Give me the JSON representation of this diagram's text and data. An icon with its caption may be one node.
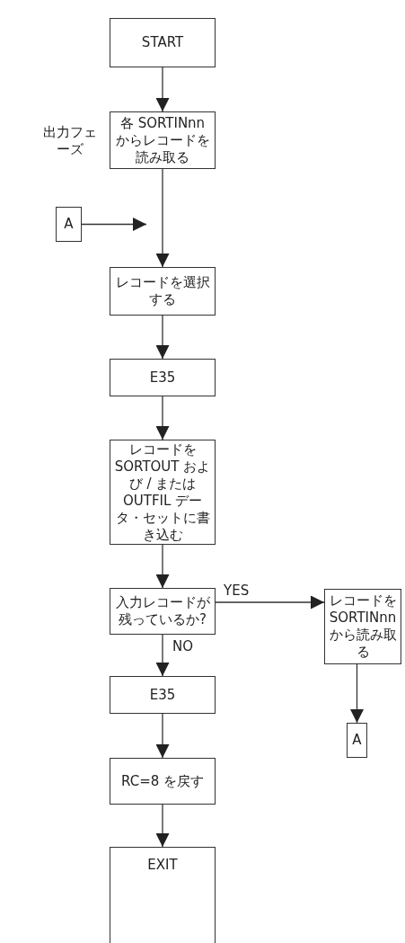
{
  "diagram": {
    "nodes": [
      {
        "text": [
          "START"
        ]
      },
      {
        "text": [
          "各 SORTINnn からレコードを読み取る"
        ],
        "beside": [
          "出力フェーズ"
        ]
      },
      {
        "text": [
          "A"
        ]
      },
      {
        "text": [
          "レコードを選択する"
        ]
      },
      {
        "text": [
          "E35"
        ]
      },
      {
        "text": [
          "レコードを SORTOUT および / または OUTFIL データ・セットに書き込む"
        ]
      },
      {
        "text": [
          "入力レコードが残っているか?"
        ]
      },
      {
        "text": [
          "レコードを SORTINnn から読み取る"
        ]
      },
      {
        "text": [
          "A"
        ]
      },
      {
        "text": [
          "E35"
        ]
      },
      {
        "text": [
          "RC=8 を戻す"
        ]
      },
      {
        "text": [
          "EXIT"
        ]
      }
    ],
    "edges": [
      {
        "from": 0,
        "to": 1,
        "arrow": "to"
      },
      {
        "from": 2,
        "to": null,
        "arrow": "to"
      },
      {
        "from": 1,
        "to": 3,
        "arrow": "to"
      },
      {
        "from": 3,
        "to": 4,
        "arrow": "to"
      },
      {
        "from": 4,
        "to": 5,
        "arrow": "to"
      },
      {
        "from": 5,
        "to": 6,
        "arrow": "to"
      },
      {
        "from": 6,
        "to": 7,
        "label": "YES",
        "arrow": "to"
      },
      {
        "from": 6,
        "to": 9,
        "label": "NO",
        "arrow": "to"
      },
      {
        "from": 7,
        "to": 8,
        "arrow": "to"
      },
      {
        "from": 9,
        "to": 10,
        "arrow": "to"
      },
      {
        "from": 10,
        "to": 11,
        "arrow": "to"
      }
    ]
  }
}
